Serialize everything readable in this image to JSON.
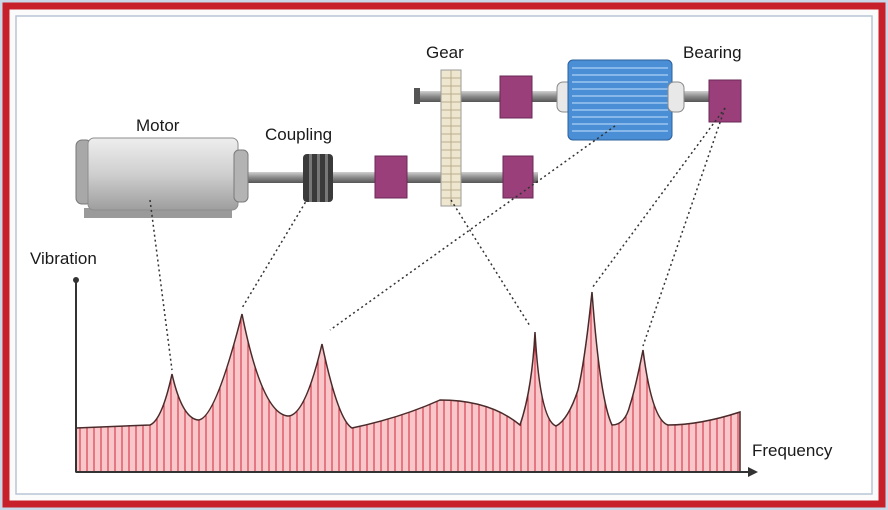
{
  "labels": {
    "motor": "Motor",
    "coupling": "Coupling",
    "gear": "Gear",
    "bearing": "Bearing",
    "y_axis": "Vibration",
    "x_axis": "Frequency"
  },
  "colors": {
    "border": "#c8202a",
    "motor": "#d2d2d2",
    "bearing_block": "#9a3f7a",
    "rotor": "#4a8fd6",
    "spectrum_fill": "#f6b3b8",
    "spectrum_lines": "#d23645"
  }
}
